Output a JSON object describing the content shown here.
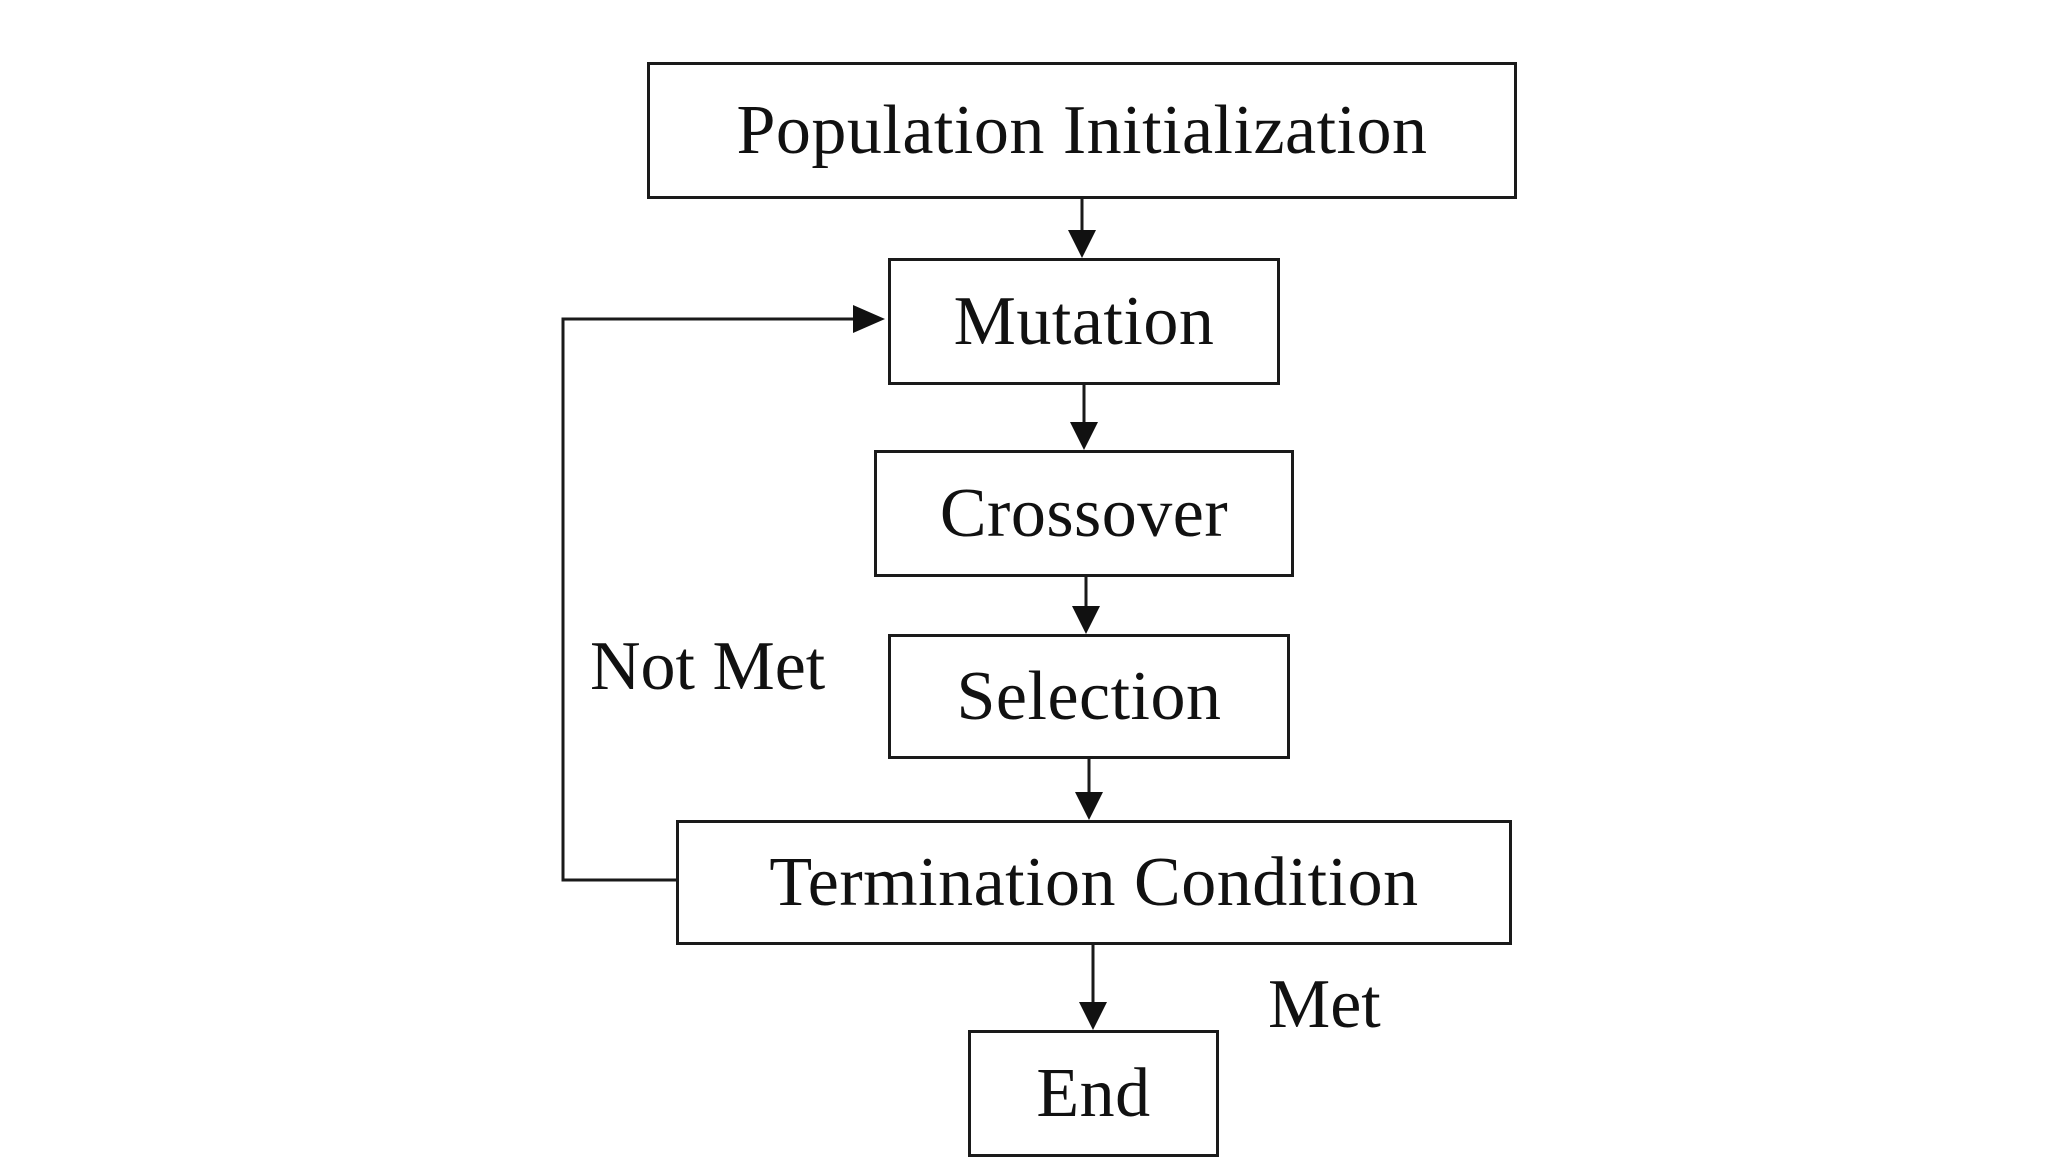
{
  "diagram": {
    "nodes": {
      "population_initialization": "Population Initialization",
      "mutation": "Mutation",
      "crossover": "Crossover",
      "selection": "Selection",
      "termination_condition": "Termination Condition",
      "end": "End"
    },
    "edge_labels": {
      "not_met": "Not Met",
      "met": "Met"
    },
    "edges": [
      {
        "from": "population_initialization",
        "to": "mutation"
      },
      {
        "from": "mutation",
        "to": "crossover"
      },
      {
        "from": "crossover",
        "to": "selection"
      },
      {
        "from": "selection",
        "to": "termination_condition"
      },
      {
        "from": "termination_condition",
        "to": "end",
        "label": "met"
      },
      {
        "from": "termination_condition",
        "to": "mutation",
        "label": "not_met"
      }
    ]
  }
}
